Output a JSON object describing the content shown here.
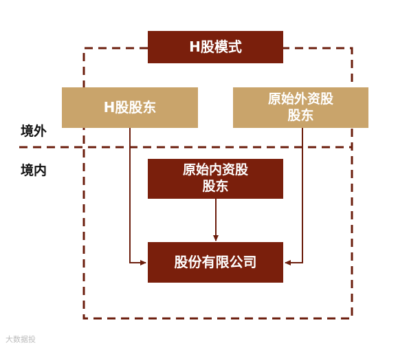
{
  "title_box": {
    "text": "H股模式"
  },
  "offshore_label": "境外",
  "onshore_label": "境内",
  "boxes": {
    "h_shareholders": {
      "text": "H股股东"
    },
    "foreign_shareholders": {
      "line1": "原始外资股",
      "line2": "股东"
    },
    "domestic_shareholders": {
      "line1": "原始内资股",
      "line2": "股东"
    },
    "company": {
      "text": "股份有限公司"
    }
  },
  "watermark": "大数据投",
  "colors": {
    "dark": "#7a1f0c",
    "tan": "#c9a46b",
    "line": "#6b1d0c"
  }
}
